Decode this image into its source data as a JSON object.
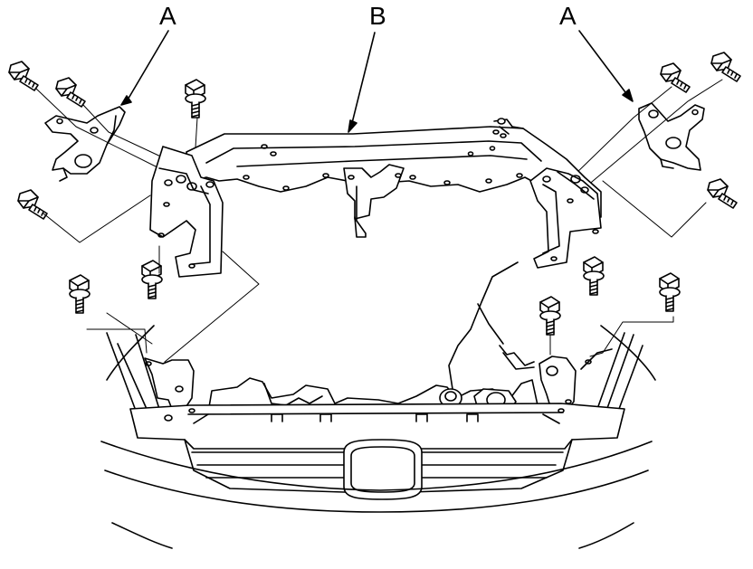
{
  "labels": {
    "a_left": "A",
    "b": "B",
    "a_right": "A"
  },
  "colors": {
    "ink": "#000000",
    "paper": "#ffffff"
  }
}
